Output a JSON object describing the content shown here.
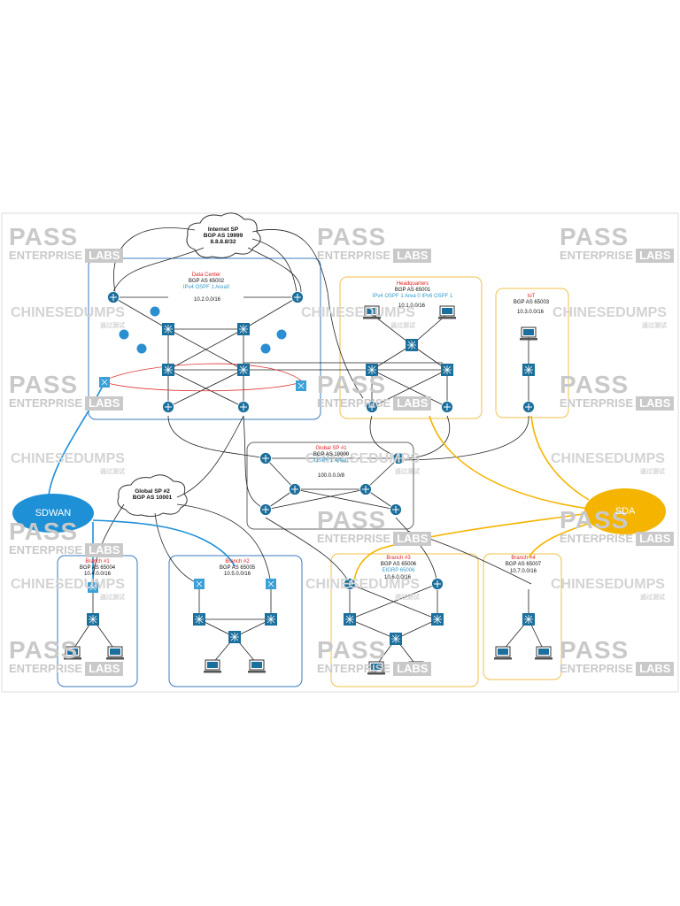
{
  "diagram": {
    "clouds": {
      "internet_sp": {
        "lines": [
          "Internet SP",
          "BGP AS 19999",
          "8.8.8.8/32"
        ]
      },
      "global_sp2": {
        "lines": [
          "Global SP #2",
          "BGP AS 10001"
        ]
      }
    },
    "sites": {
      "data_center": {
        "title": "Data Center",
        "asn": "BGP AS 65002",
        "proto": "IPv4 OSPF 1 Area0",
        "subnet": "10.2.0.0/16"
      },
      "headquarters": {
        "title": "Headquarters",
        "asn": "BGP AS 65001",
        "proto": "IPv4 OSPF 1 Area 0 IPv6 OSPF 1",
        "subnet": "10.1.0.0/16"
      },
      "iot": {
        "title": "IoT",
        "asn": "BGP AS 65003",
        "subnet": "10.3.0.0/16"
      },
      "global_sp1": {
        "title": "Global SP #1",
        "asn": "BGP AS 10000",
        "proto": "OSPF 1 Area0",
        "subnet": "100.0.0.0/8"
      },
      "branch1": {
        "title": "Branch #1",
        "asn": "BGP AS 65004",
        "subnet": "10.4.0.0/16"
      },
      "branch2": {
        "title": "Branch #2",
        "asn": "BGP AS 65005",
        "subnet": "10.5.0.0/16"
      },
      "branch3": {
        "title": "Branch #3",
        "asn": "BGP AS 65006",
        "proto": "EIGRP 65006",
        "subnet": "10.6.0.0/16"
      },
      "branch4": {
        "title": "Branch #4",
        "asn": "BGP AS 65007",
        "subnet": "10.7.0.0/16"
      }
    },
    "overlays": {
      "sdwan": "SDWAN",
      "sda": "SDA"
    },
    "watermarks": {
      "pass": "PASS",
      "enterprise": "ENTERPRISE",
      "labs": "LABS",
      "chinese": "CHINESEDUMPS",
      "chinese_sub": "通过测试"
    },
    "colors": {
      "dc_border": "#3a7bbf",
      "hq_border": "#f0c24b",
      "sdwan": "#1e90d6",
      "sda": "#f4b400",
      "device": "#1b6f9c",
      "link": "#222222",
      "red_link": "#d33"
    }
  }
}
